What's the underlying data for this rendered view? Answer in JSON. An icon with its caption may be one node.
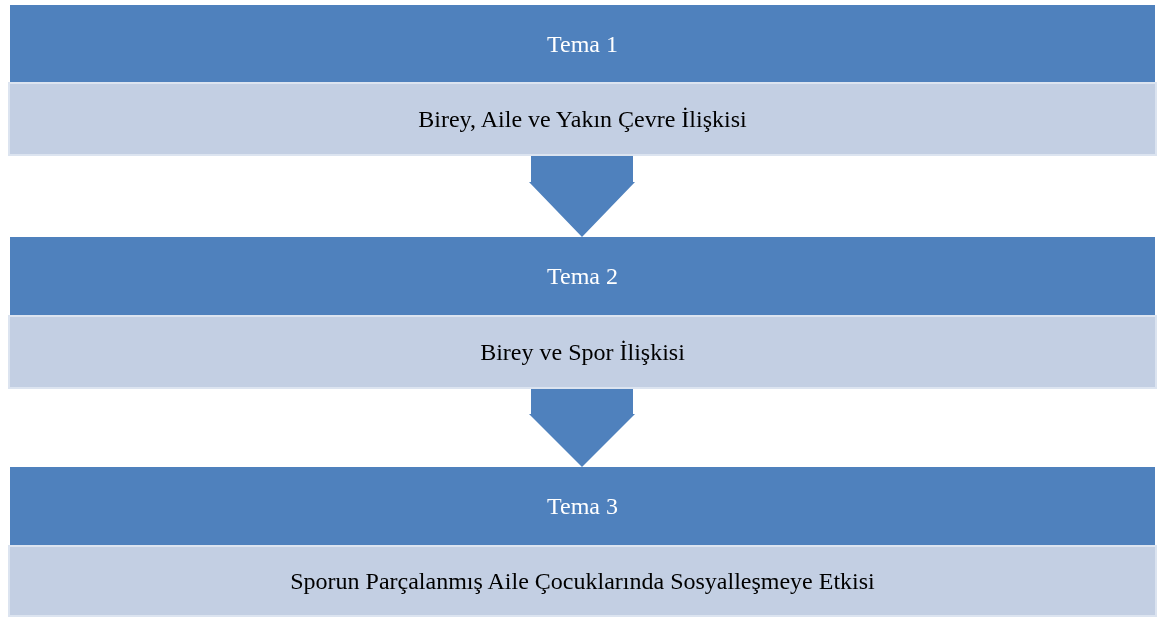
{
  "diagram": {
    "nodes": [
      {
        "text": [
          "Tema 1"
        ]
      },
      {
        "text": [
          "Birey, Aile ve Yakın Çevre İlişkisi"
        ]
      },
      {
        "text": [
          "Tema 2"
        ]
      },
      {
        "text": [
          "Birey ve Spor İlişkisi"
        ]
      },
      {
        "text": [
          "Tema 3"
        ]
      },
      {
        "text": [
          "Sporun Parçalanmış Aile Çocuklarında Sosyalleşmeye Etkisi"
        ]
      }
    ],
    "edges": [
      {
        "from": 1,
        "to": 2,
        "arrow": "to"
      },
      {
        "from": 3,
        "to": 4,
        "arrow": "to"
      }
    ]
  }
}
